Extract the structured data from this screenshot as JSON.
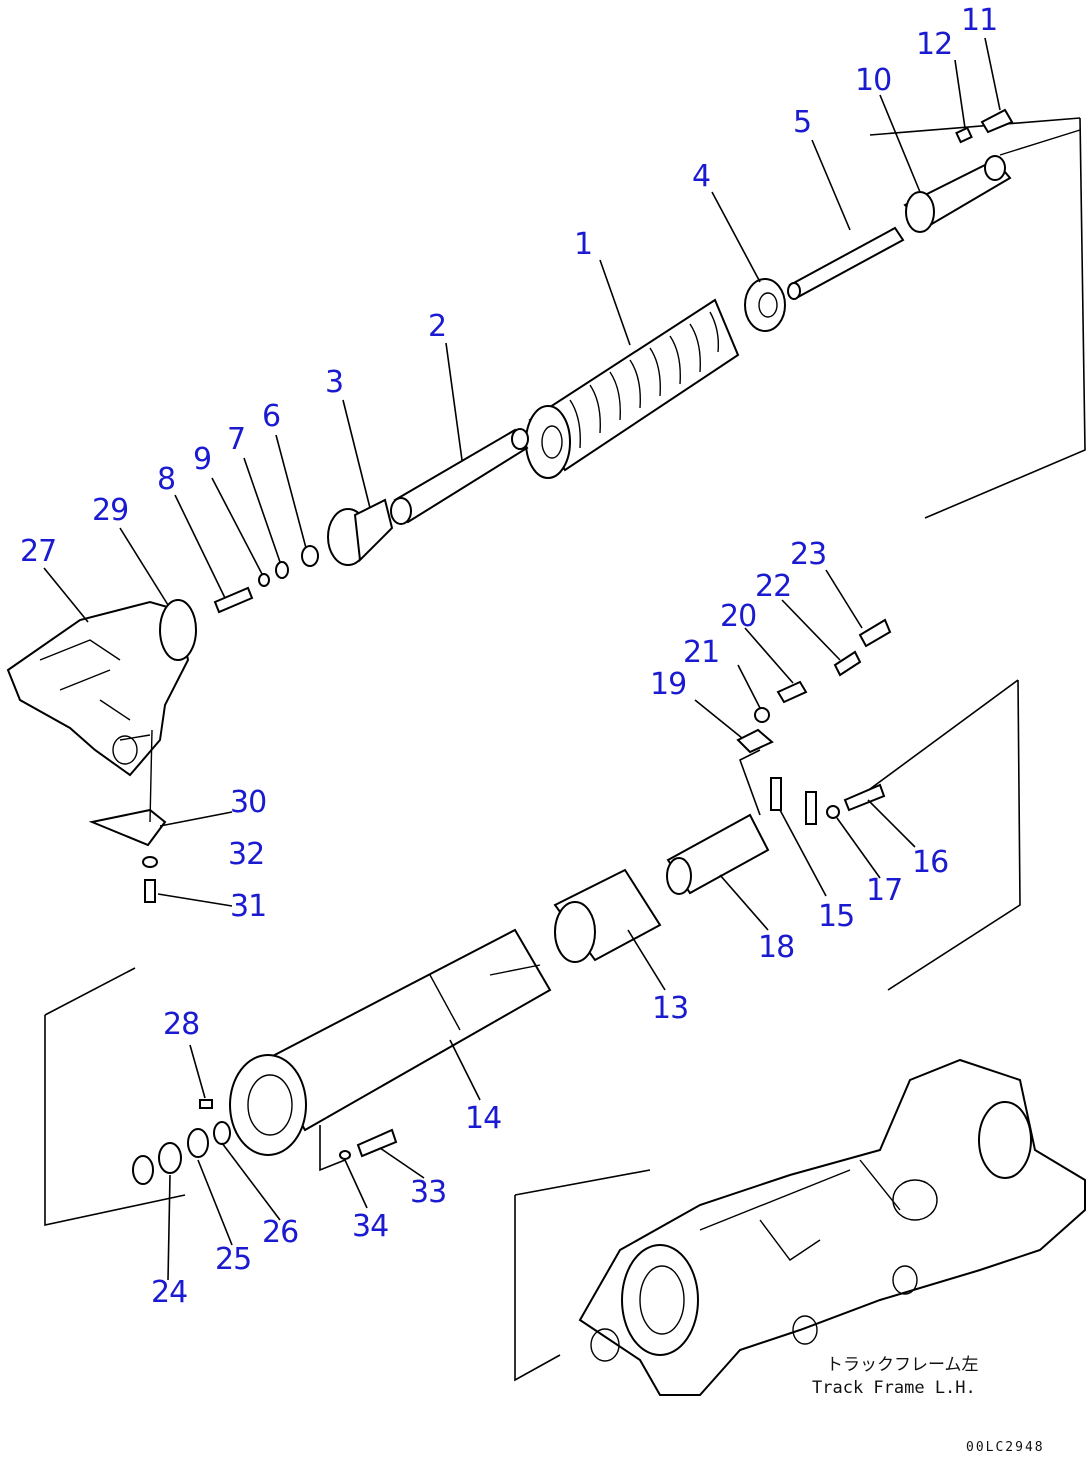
{
  "diagram": {
    "callouts": [
      "1",
      "2",
      "3",
      "4",
      "5",
      "6",
      "7",
      "8",
      "9",
      "10",
      "11",
      "12",
      "13",
      "14",
      "15",
      "16",
      "17",
      "18",
      "19",
      "20",
      "21",
      "22",
      "23",
      "24",
      "25",
      "26",
      "27",
      "28",
      "29",
      "30",
      "31",
      "32",
      "33",
      "34"
    ],
    "caption_jp": "トラックフレーム左",
    "caption_en": "Track Frame L.H.",
    "drawing_code": "00LC2948"
  }
}
